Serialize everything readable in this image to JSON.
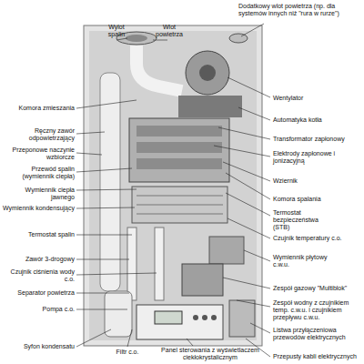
{
  "diagram": {
    "labels": [
      "Wylot spalin",
      "Wlot powietrza",
      "Dodatkowy wlot powietrza (np. dla systemów innych niż \"rura w rurze\")",
      "Wentylator",
      "Automatyka kotła",
      "Transformator zapłonowy",
      "Elektrody zapłonowe i jonizacyjną",
      "Wziernik",
      "Komora spalania",
      "Termostat bezpieczeństwa (STB)",
      "Czujnik temperatury c.o.",
      "Wymiennik płytowy c.w.u.",
      "Zespół gazowy \"Multiblok\"",
      "Zespół wodny z czujnikiem temp. c.w.u. i czujnikiem przepływu c.w.u.",
      "Listwa przyłączeniowa przewodów elektrycznych",
      "Przepusty kabli elektrycznych",
      "Komora zmieszania",
      "Ręczny zawór odpowietrzający",
      "Przeponowe naczynie wzbiorcze",
      "Przewód spalin (wymiennik ciepła)",
      "Wymiennik ciepła jawnego",
      "Wymiennik kondensujący",
      "Termostat spalin",
      "Zawór 3-drogowy",
      "Czujnik ciśnienia wody c.o.",
      "Separator powietrza",
      "Pompa c.o.",
      "Syfon kondensatu",
      "Filtr c.o.",
      "Panel sterowania z wyświetlaczem ciekłokrystalicznym"
    ]
  }
}
